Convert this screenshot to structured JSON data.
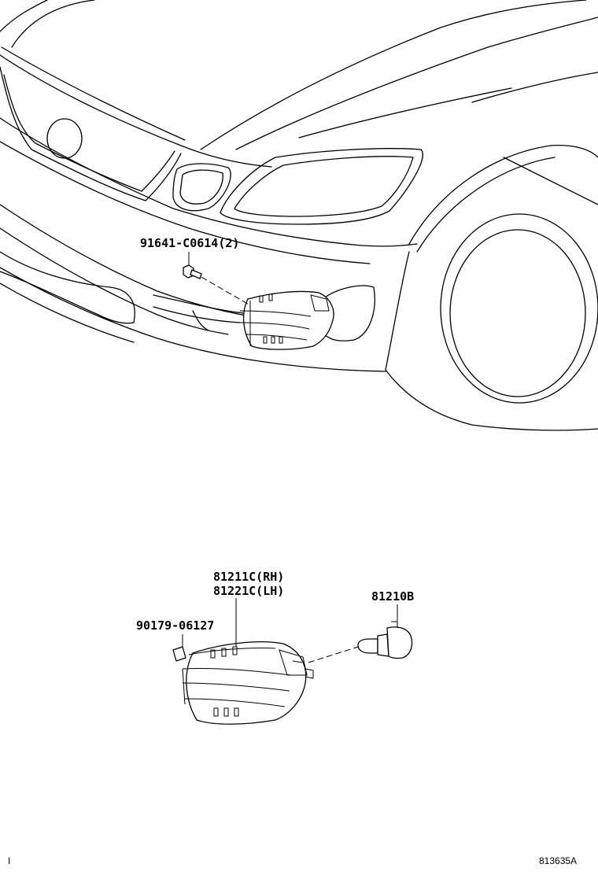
{
  "labels": {
    "bolt_part": "91641-C0614(2)",
    "fog_lamp_rh": "81211C(RH)",
    "fog_lamp_lh": "81221C(LH)",
    "bulb_part": "81210B",
    "clip_part": "90179-06127",
    "diagram_id": "813635A",
    "corner_mark": "I"
  },
  "icons": {
    "car_front": "car-front-outline-illustration",
    "fog_lamp_installed": "fog-lamp-installed-drawing",
    "fog_lamp_exploded": "fog-lamp-exploded-drawing",
    "bolt": "bolt-drawing",
    "bulb": "bulb-drawing",
    "clip": "clip-drawing"
  }
}
